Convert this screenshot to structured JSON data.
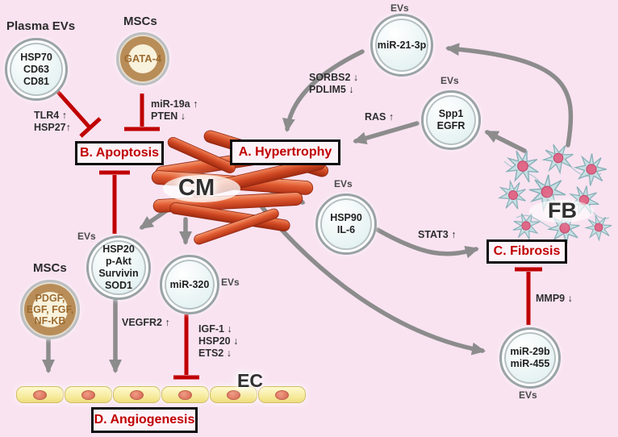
{
  "colors": {
    "background": "#f9e3f1",
    "inhibit_red": "#c00000",
    "arrow_gray": "#8c8c8c",
    "msc_ring_brown": "#b98d58",
    "box_text_red": "#c00000",
    "fiber_red": "#d44a24",
    "ec_yellow": "#f5e896",
    "fb_teal": "#c6dfe3"
  },
  "boxes": {
    "hypertrophy": "A. Hypertrophy",
    "apoptosis": "B. Apoptosis",
    "fibrosis": "C. Fibrosis",
    "angiogenesis": "D. Angiogenesis"
  },
  "cells": {
    "cm": "CM",
    "fb": "FB",
    "ec": "EC"
  },
  "nodes": {
    "plasma_evs": {
      "title": "Plasma EVs",
      "line1": "HSP70",
      "line2": "CD63",
      "line3": "CD81"
    },
    "msc_gata": {
      "title": "MSCs",
      "label": "GATA-4"
    },
    "mir21": {
      "ev": "EVs",
      "label": "miR-21-3p"
    },
    "spp1": {
      "ev": "EVs",
      "line1": "Spp1",
      "line2": "EGFR"
    },
    "hsp90": {
      "ev": "EVs",
      "line1": "HSP90",
      "line2": "IL-6"
    },
    "hsp20": {
      "ev": "EVs",
      "line1": "HSP20",
      "line2": "p-Akt",
      "line3": "Survivin",
      "line4": "SOD1"
    },
    "mir320": {
      "ev": "EVs",
      "label": "miR-320"
    },
    "msc_pdgf": {
      "title": "MSCs",
      "line1": "PDGF,",
      "line2": "EGF, FGF,",
      "line3": "NF-KB"
    },
    "mir29": {
      "ev": "EVs",
      "line1": "miR-29b",
      "line2": "miR-455"
    }
  },
  "effects": {
    "tlr4": "TLR4 ↑",
    "hsp27": "HSP27↑",
    "mir19a": "miR-19a ↑",
    "pten": "PTEN ↓",
    "sorbs2": "SORBS2 ↓",
    "pdlim5": "PDLIM5 ↓",
    "ras": "RAS ↑",
    "stat3": "STAT3 ↑",
    "mmp9": "MMP9 ↓",
    "vegfr2": "VEGFR2 ↑",
    "igf1": "IGF-1 ↓",
    "hsp20_down": "HSP20 ↓",
    "ets2": "ETS2 ↓"
  }
}
